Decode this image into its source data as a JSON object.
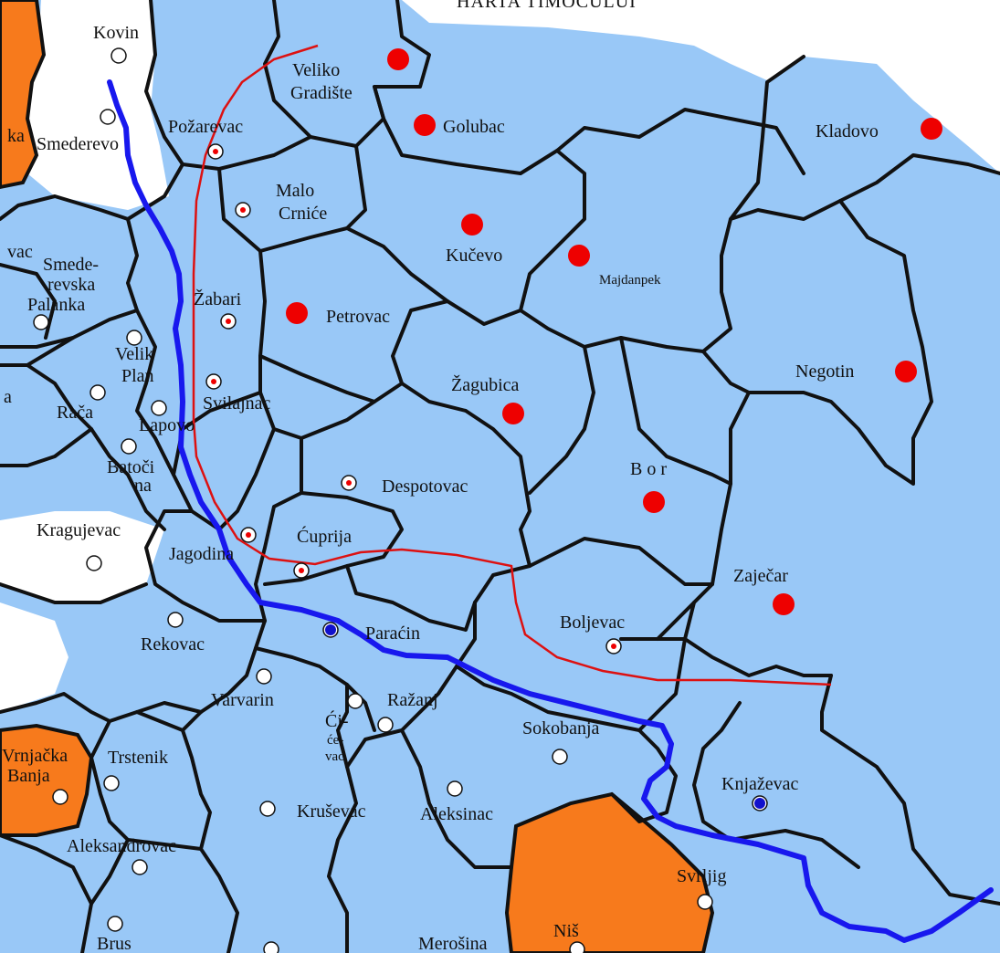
{
  "title": "HARTA TIMOCULUI",
  "colors": {
    "region_fill": "#99c8f7",
    "outside_fill": "#ffffff",
    "neighbor_fill": "#f77a1c",
    "border": "#111111",
    "red_line": "#dd1111",
    "blue_line": "#1818ee",
    "town_red": "#ee0000",
    "town_blue": "#1111cc"
  },
  "places": {
    "kovin": "Kovin",
    "smederevo": "Smederevo",
    "pozarevac": "Požarevac",
    "veliko_gradiste_1": "Veliko",
    "veliko_gradiste_2": "Gradište",
    "golubac": "Golubac",
    "kladovo": "Kladovo",
    "malo_crnice_1": "Malo",
    "malo_crnice_2": "Crniće",
    "kucevo": "Kučevo",
    "majdanpek": "Majdanpek",
    "smed_palanka_1": "Smede-",
    "smed_palanka_2": "revska",
    "smed_palanka_3": "Palanka",
    "zabari": "Žabari",
    "petrovac": "Petrovac",
    "velika_plana_1": "Velik",
    "velika_plana_2": "Plan",
    "negotin": "Negotin",
    "zagubica": "Žagubica",
    "svilajnac": "Svilajnac",
    "raca": "Rača",
    "lapovo": "Lapovo",
    "batocina_1": "Batoči",
    "batocina_2": "na",
    "bor": "B o r",
    "despotovac": "Despotovac",
    "kragujevac": "Kragujevac",
    "cuprija": "Ćuprija",
    "jagodina": "Jagodina",
    "zajecar": "Zaječar",
    "paracin": "Paraćin",
    "boljevac": "Boljevac",
    "rekovac": "Rekovac",
    "varvarin": "Varvarin",
    "razanj": "Ražanj",
    "cicevac_1": "Ći-",
    "cicevac_2": "će-",
    "cicevac_3": "vac",
    "sokobanja": "Sokobanja",
    "vrnjacka_banja_1": "Vrnjačka",
    "vrnjacka_banja_2": "Banja",
    "trstenik": "Trstenik",
    "knjazevac": "Knjaževac",
    "krusevac": "Kruševac",
    "aleksinac": "Aleksinac",
    "aleksandrovac": "Aleksandrovac",
    "svrljig": "Svrljig",
    "brus": "Brus",
    "merosina": "Merošina",
    "nis": "Niš",
    "edge_ka": "ka",
    "edge_vac": "vac",
    "edge_a": "a"
  }
}
